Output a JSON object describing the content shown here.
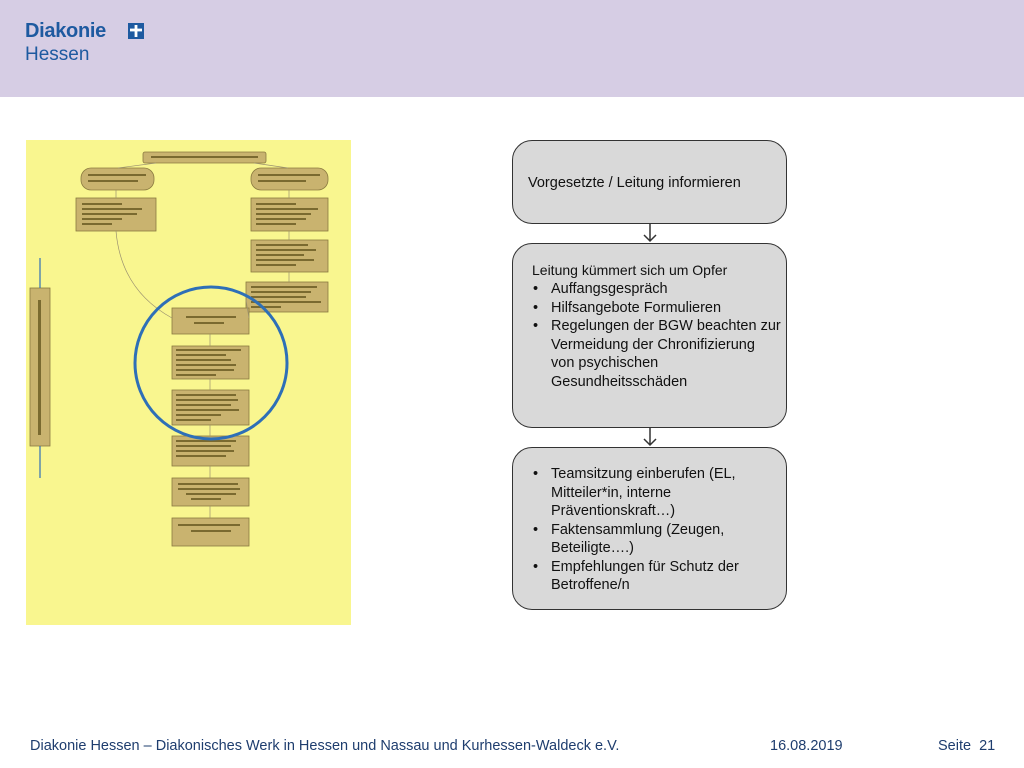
{
  "header": {
    "logo_main": "Diakonie",
    "logo_sub": "Hessen",
    "band_color": "#d6cde4",
    "brand_color": "#1e5aa0"
  },
  "thumbnail": {
    "background": "#f9f68f",
    "highlight_color": "#2e6fb7"
  },
  "flow": {
    "box1": {
      "text": "Vorgesetzte / Leitung informieren"
    },
    "box2": {
      "heading": "Leitung kümmert sich um Opfer",
      "items": [
        "Auffangsgespräch",
        "Hilfsangebote Formulieren",
        "Regelungen der BGW beachten zur Vermeidung der Chronifizierung von psychischen Gesundheitsschäden"
      ]
    },
    "box3": {
      "items": [
        "Teamsitzung einberufen (EL, Mitteiler*in, interne Präventionskraft…)",
        "Faktensammlung (Zeugen, Beteiligte….)",
        "Empfehlungen für Schutz der Betroffene/n"
      ]
    }
  },
  "footer": {
    "org": "Diakonie Hessen – Diakonisches Werk in Hessen und Nassau und Kurhessen-Waldeck e.V.",
    "date": "16.08.2019",
    "page_label": "Seite",
    "page_number": "21"
  }
}
